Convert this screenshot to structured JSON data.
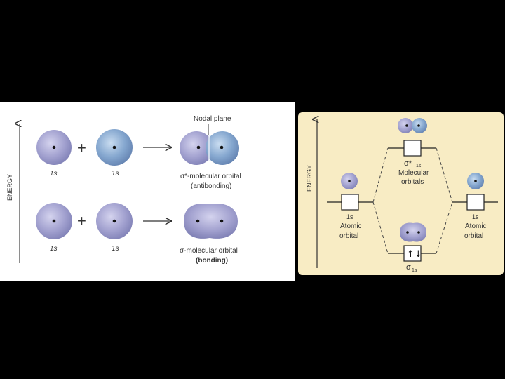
{
  "left_panel": {
    "energy_axis_label": "ENERGY",
    "top_row": {
      "left_label": "1s",
      "right_label": "1s",
      "plus": "+",
      "nodal_plane_label": "Nodal plane",
      "result_line1": "σ*-molecular orbital",
      "result_line2": "(antibonding)"
    },
    "bottom_row": {
      "left_label": "1s",
      "right_label": "1s",
      "plus": "+",
      "result_line1": "σ-molecular orbital",
      "result_line2": "(bonding)"
    }
  },
  "right_panel": {
    "energy_axis_label": "ENERGY",
    "sigma_star_label": "σ*",
    "sigma_star_sub": "1s",
    "molecular_label_line1": "Molecular",
    "molecular_label_line2": "orbitals",
    "left_atomic_line1": "1s",
    "left_atomic_line2": "Atomic",
    "left_atomic_line3": "orbital",
    "right_atomic_line1": "1s",
    "right_atomic_line2": "Atomic",
    "right_atomic_line3": "orbital",
    "sigma_label": "σ",
    "sigma_sub": "1s",
    "bonding_electrons": "↑↓"
  },
  "colors": {
    "background": "#000000",
    "left_panel_bg": "#ffffff",
    "right_panel_bg": "#f8ecc4",
    "orbital_purple": "#9d9dcb",
    "orbital_blue": "#7ea3cc"
  }
}
